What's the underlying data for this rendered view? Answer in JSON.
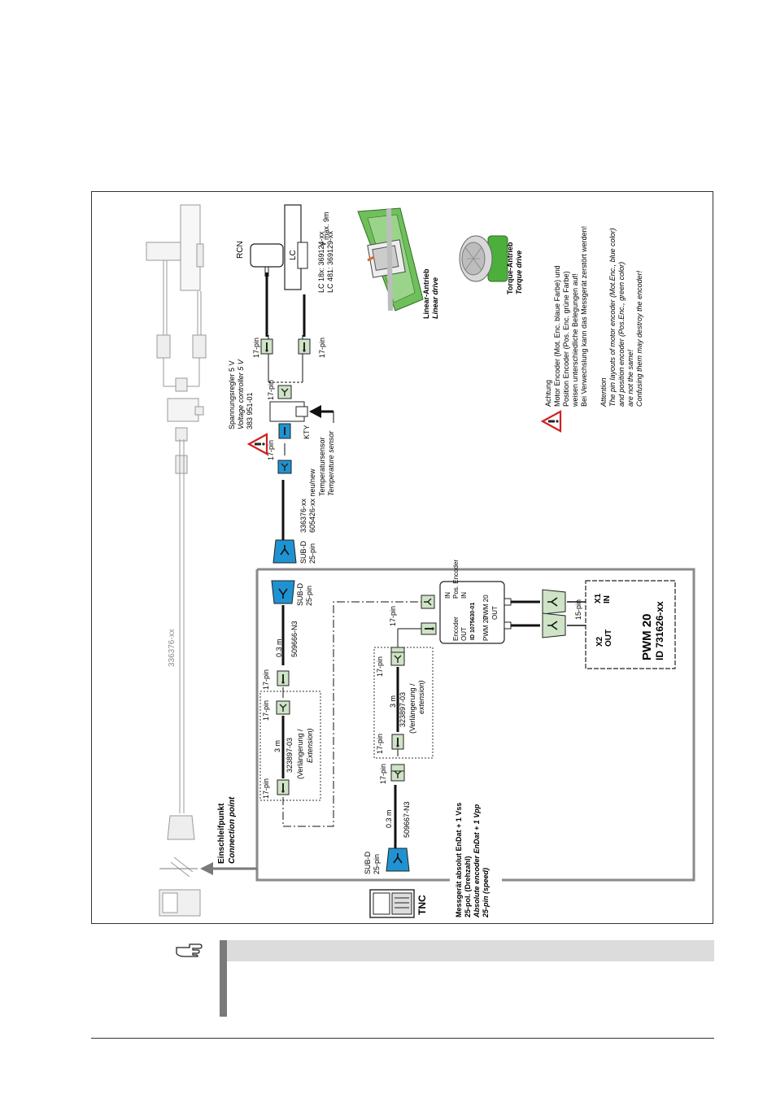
{
  "diagram": {
    "title_pwm": "PWM 20",
    "id_pwm": "ID 731626-xx",
    "x1_label": "X1",
    "x1_dir": "IN",
    "x2_label": "X2",
    "x2_dir": "OUT",
    "x1_pins": "15-pin",
    "adapter_id": "ID 1075630-01",
    "adapter_pwm": "PWM 20",
    "adapter_in": "IN",
    "adapter_out": "OUT",
    "adapter_pos_enc": "Pos. Encoder",
    "adapter_in2": "IN",
    "adapter_out2": "OUT",
    "adapter_pwm2": "PWM 20",
    "adapter_encoder": "Encoder",
    "pin17": "17-pin",
    "subd": "SUB-D",
    "pin25": "25-pin",
    "len_03": "0.3 m",
    "len_3": "3 m",
    "cable_509666": "509666-N3",
    "cable_509667": "509667-N3",
    "cable_323897": "323897-03",
    "ext_de": "(Verlängerung /",
    "ext_en": "Extension)",
    "ext2_de": "(Verlängerung /",
    "ext2_en": "extension)",
    "cable_336376": "336376-xx",
    "cable_605426": "605426-xx neu/new",
    "cable_grey": "336376-xx",
    "temp_de": "Temperatursensor",
    "temp_en": "Temperature sensor",
    "kty": "KTY",
    "vc_de": "Spannungsregler 5 V",
    "vc_en": "Voltage controller 5 V",
    "vc_id": "383 951-01",
    "rcn": "RCN",
    "lc": "LC",
    "lc18": "LC 18x: 369124-xx",
    "lc481": "LC 481: 369129-xx",
    "max9": "max. 9m",
    "linear_de": "Linear-Antrieb",
    "linear_en": "Linear drive",
    "torque_de": "Torque-Antrieb",
    "torque_en": "Torque drive",
    "tnc": "TNC",
    "mess_1": "Messgerät absolut EnDat + 1 Vss",
    "mess_2": "25-pol. (Drehzahl)",
    "mess_3": "Absolute encoder EnDat + 1 Vpp",
    "mess_4": "25-pin (speed)",
    "conn_de": "Einschleifpunkt",
    "conn_en": "Connection point",
    "achtung": "Achtung",
    "ach_1": "Motor Encoder (Mot. Enc. blaue Farbe) und",
    "ach_2": "Position Encoder (Pos. Enc. grüne Farbe)",
    "ach_3": "weisen unterschiedliche Belegungen auf!",
    "ach_4": "Bei Verwechslung kann das Messgerät zerstört werden!",
    "attention": "Attention",
    "att_1": "The pin layouts of motor encoder (Mot.Enc., blue color)",
    "att_2": "and position encoder (Pos.Enc., green color)",
    "att_3": "are not the same!",
    "att_4": "Confusing them may destroy the encoder!"
  },
  "colors": {
    "green_connector": "#cfe3c6",
    "blue_connector": "#1f93d2",
    "grey_box": "#8a8a8a",
    "warning_red": "#d0201e"
  }
}
